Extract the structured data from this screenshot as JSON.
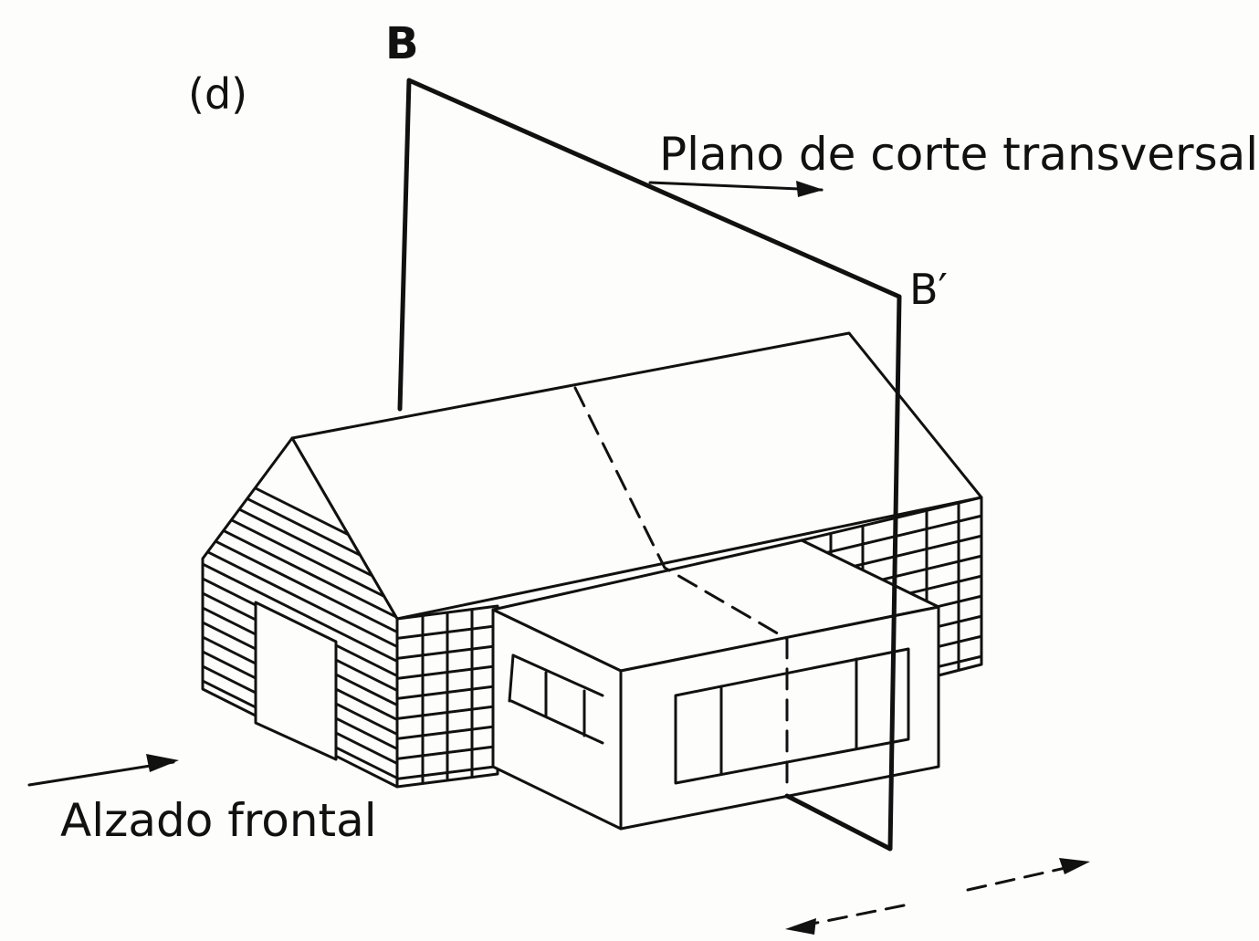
{
  "labels": {
    "panel": "(d)",
    "point_b": "B",
    "point_b_prime": "B′",
    "cutting_plane": "Plano de corte transversal",
    "front_elevation": "Alzado frontal"
  },
  "colors": {
    "ink": "#111111",
    "paper": "#fdfdfb"
  }
}
